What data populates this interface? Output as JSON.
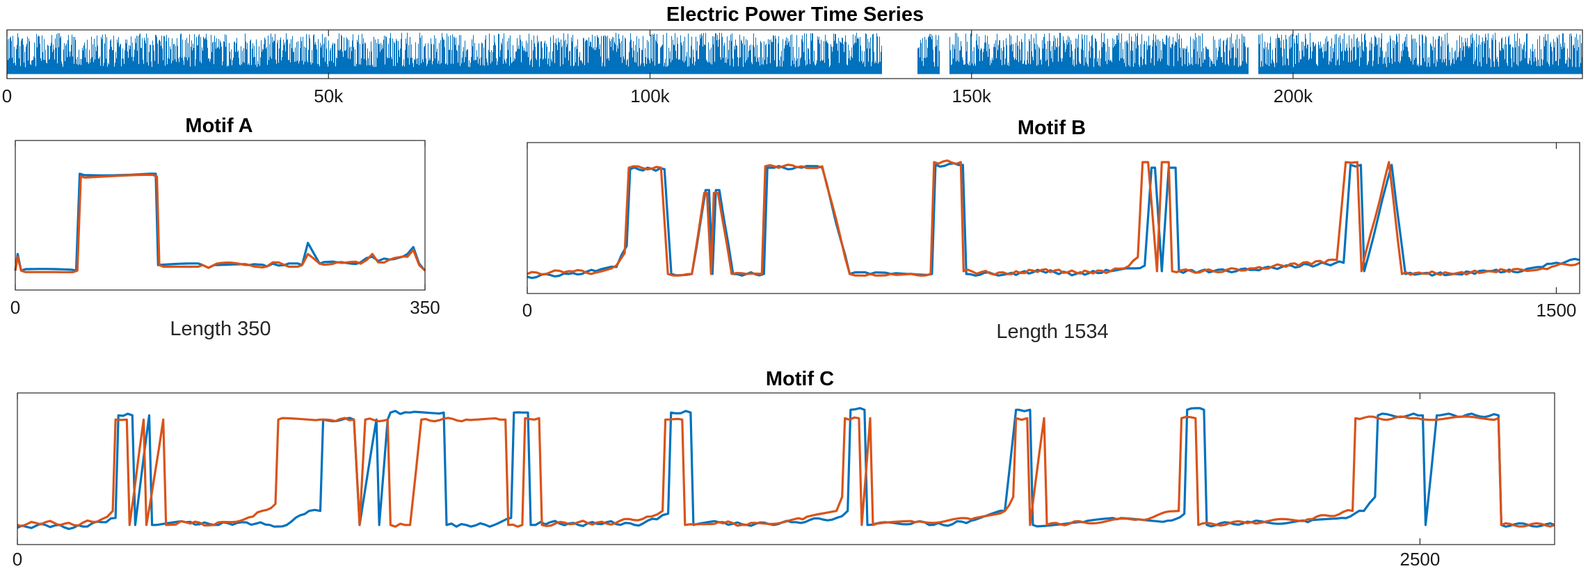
{
  "chart_data": [
    {
      "id": "ts",
      "type": "line",
      "title": "Electric Power Time Series",
      "xlim": [
        0,
        245000
      ],
      "ylim": [
        0,
        1
      ],
      "xticks": [
        0,
        50000,
        100000,
        150000,
        200000
      ],
      "xtick_labels": [
        "0",
        "50k",
        "100k",
        "150k",
        "200k"
      ],
      "xlabel": "",
      "gaps": [
        [
          136000,
          141500
        ],
        [
          145000,
          146500
        ],
        [
          193000,
          194500
        ]
      ],
      "series": [
        {
          "color": "#0072BD",
          "description": "dense spiky series, baseline ~0.05, spikes to ~1.0"
        }
      ]
    },
    {
      "id": "A",
      "type": "line",
      "title": "Motif A",
      "xlabel": "Length 350",
      "xlim": [
        0,
        350
      ],
      "ylim": [
        0,
        1
      ],
      "xticks": [
        0,
        350
      ],
      "xtick_labels": [
        "0",
        "350"
      ],
      "series": [
        {
          "color": "#0072BD",
          "x": [
            0,
            2,
            5,
            52,
            55,
            120,
            122,
            160,
            165,
            170,
            200,
            215,
            220,
            230,
            245,
            250,
            260,
            275,
            295,
            305,
            310,
            320,
            335,
            340,
            345,
            350
          ],
          "y": [
            0.1,
            0.22,
            0.1,
            0.1,
            0.8,
            0.8,
            0.14,
            0.14,
            0.12,
            0.14,
            0.14,
            0.13,
            0.15,
            0.14,
            0.14,
            0.3,
            0.15,
            0.16,
            0.16,
            0.2,
            0.17,
            0.18,
            0.22,
            0.27,
            0.15,
            0.1
          ]
        },
        {
          "color": "#D95319",
          "x": [
            0,
            2,
            5,
            53,
            56,
            121,
            123,
            160,
            165,
            172,
            200,
            215,
            220,
            230,
            245,
            250,
            260,
            275,
            295,
            305,
            310,
            320,
            335,
            340,
            345,
            350
          ],
          "y": [
            0.1,
            0.2,
            0.1,
            0.1,
            0.78,
            0.78,
            0.14,
            0.14,
            0.12,
            0.15,
            0.14,
            0.13,
            0.16,
            0.14,
            0.14,
            0.22,
            0.15,
            0.16,
            0.15,
            0.22,
            0.16,
            0.18,
            0.2,
            0.25,
            0.14,
            0.1
          ]
        }
      ]
    },
    {
      "id": "B",
      "type": "line",
      "title": "Motif B",
      "xlabel": "Length 1534",
      "xlim": [
        0,
        1534
      ],
      "ylim": [
        0,
        1
      ],
      "xticks": [
        0,
        1500
      ],
      "xtick_labels": [
        "0",
        "1500"
      ],
      "series": [
        {
          "color": "#0072BD",
          "x": [
            0,
            60,
            100,
            130,
            145,
            150,
            200,
            210,
            240,
            260,
            265,
            270,
            275,
            280,
            300,
            320,
            345,
            350,
            360,
            400,
            430,
            470,
            500,
            530,
            560,
            590,
            595,
            635,
            640,
            700,
            750,
            800,
            850,
            880,
            900,
            910,
            915,
            925,
            935,
            945,
            950,
            1000,
            1060,
            1100,
            1190,
            1200,
            1215,
            1220,
            1260,
            1280,
            1300,
            1350,
            1400,
            1450,
            1480,
            1500,
            1534
          ],
          "y": [
            0.08,
            0.1,
            0.12,
            0.15,
            0.3,
            0.85,
            0.85,
            0.1,
            0.1,
            0.7,
            0.7,
            0.1,
            0.7,
            0.7,
            0.1,
            0.1,
            0.1,
            0.86,
            0.86,
            0.86,
            0.86,
            0.1,
            0.1,
            0.1,
            0.1,
            0.1,
            0.88,
            0.88,
            0.1,
            0.1,
            0.12,
            0.1,
            0.12,
            0.14,
            0.16,
            0.86,
            0.86,
            0.12,
            0.86,
            0.86,
            0.12,
            0.12,
            0.13,
            0.15,
            0.18,
            0.88,
            0.88,
            0.12,
            0.88,
            0.1,
            0.1,
            0.1,
            0.12,
            0.12,
            0.15,
            0.18,
            0.2
          ]
        },
        {
          "color": "#D95319",
          "x": [
            0,
            60,
            100,
            130,
            142,
            148,
            195,
            205,
            240,
            258,
            262,
            268,
            272,
            278,
            298,
            320,
            342,
            347,
            360,
            400,
            430,
            470,
            500,
            530,
            560,
            588,
            593,
            632,
            636,
            700,
            750,
            800,
            850,
            870,
            890,
            897,
            905,
            918,
            925,
            935,
            940,
            1000,
            1060,
            1100,
            1180,
            1193,
            1210,
            1216,
            1256,
            1275,
            1300,
            1350,
            1400,
            1450,
            1480,
            1500,
            1534
          ],
          "y": [
            0.1,
            0.12,
            0.11,
            0.16,
            0.25,
            0.86,
            0.86,
            0.1,
            0.1,
            0.68,
            0.68,
            0.1,
            0.68,
            0.68,
            0.1,
            0.1,
            0.1,
            0.87,
            0.87,
            0.87,
            0.87,
            0.1,
            0.1,
            0.1,
            0.1,
            0.1,
            0.9,
            0.9,
            0.12,
            0.1,
            0.13,
            0.11,
            0.12,
            0.14,
            0.22,
            0.9,
            0.9,
            0.12,
            0.9,
            0.9,
            0.12,
            0.12,
            0.14,
            0.16,
            0.2,
            0.9,
            0.9,
            0.12,
            0.9,
            0.1,
            0.11,
            0.1,
            0.12,
            0.13,
            0.14,
            0.16,
            0.18
          ]
        }
      ]
    },
    {
      "id": "C",
      "type": "line",
      "title": "Motif C",
      "xlabel": "",
      "xlim": [
        0,
        2740
      ],
      "ylim": [
        0,
        1
      ],
      "xticks": [
        0,
        2500
      ],
      "xtick_labels": [
        "0",
        "2500"
      ],
      "series": [
        {
          "color": "#0072BD",
          "x": [
            0,
            50,
            100,
            150,
            175,
            180,
            205,
            210,
            235,
            240,
            300,
            350,
            400,
            450,
            480,
            520,
            540,
            545,
            600,
            610,
            640,
            645,
            660,
            665,
            700,
            760,
            765,
            800,
            850,
            880,
            885,
            900,
            910,
            915,
            950,
            1000,
            1050,
            1100,
            1140,
            1160,
            1165,
            1200,
            1205,
            1250,
            1300,
            1380,
            1460,
            1480,
            1485,
            1510,
            1515,
            1600,
            1650,
            1700,
            1760,
            1780,
            1785,
            1805,
            1810,
            1900,
            1960,
            2050,
            2080,
            2085,
            2115,
            2120,
            2200,
            2300,
            2360,
            2400,
            2420,
            2425,
            2480,
            2505,
            2510,
            2530,
            2535,
            2600,
            2640,
            2645,
            2740
          ],
          "y": [
            0.08,
            0.1,
            0.08,
            0.12,
            0.15,
            0.88,
            0.88,
            0.1,
            0.88,
            0.1,
            0.12,
            0.1,
            0.12,
            0.1,
            0.1,
            0.2,
            0.2,
            0.85,
            0.85,
            0.1,
            0.85,
            0.1,
            0.85,
            0.9,
            0.9,
            0.9,
            0.1,
            0.1,
            0.1,
            0.15,
            0.9,
            0.9,
            0.9,
            0.1,
            0.12,
            0.1,
            0.12,
            0.1,
            0.14,
            0.18,
            0.9,
            0.9,
            0.1,
            0.12,
            0.1,
            0.12,
            0.15,
            0.2,
            0.92,
            0.92,
            0.1,
            0.12,
            0.1,
            0.13,
            0.2,
            0.92,
            0.92,
            0.92,
            0.1,
            0.12,
            0.14,
            0.13,
            0.18,
            0.92,
            0.92,
            0.1,
            0.12,
            0.12,
            0.15,
            0.2,
            0.3,
            0.88,
            0.88,
            0.88,
            0.1,
            0.88,
            0.88,
            0.88,
            0.88,
            0.1,
            0.1
          ]
        },
        {
          "color": "#D95319",
          "x": [
            0,
            50,
            100,
            150,
            170,
            175,
            195,
            200,
            225,
            230,
            260,
            265,
            300,
            350,
            420,
            460,
            465,
            540,
            550,
            600,
            610,
            620,
            660,
            665,
            700,
            720,
            800,
            860,
            870,
            875,
            900,
            905,
            930,
            935,
            1000,
            1050,
            1130,
            1150,
            1155,
            1185,
            1190,
            1250,
            1300,
            1400,
            1460,
            1470,
            1475,
            1500,
            1505,
            1520,
            1525,
            1600,
            1700,
            1760,
            1775,
            1780,
            1800,
            1805,
            1830,
            1835,
            1900,
            2000,
            2070,
            2075,
            2100,
            2105,
            2200,
            2300,
            2380,
            2385,
            2480,
            2490,
            2495,
            2640,
            2645,
            2740
          ],
          "y": [
            0.1,
            0.12,
            0.1,
            0.14,
            0.2,
            0.85,
            0.85,
            0.1,
            0.85,
            0.1,
            0.85,
            0.1,
            0.12,
            0.1,
            0.16,
            0.25,
            0.85,
            0.85,
            0.85,
            0.85,
            0.1,
            0.85,
            0.85,
            0.1,
            0.1,
            0.85,
            0.85,
            0.85,
            0.85,
            0.1,
            0.1,
            0.86,
            0.86,
            0.1,
            0.12,
            0.11,
            0.16,
            0.2,
            0.85,
            0.85,
            0.1,
            0.12,
            0.1,
            0.14,
            0.2,
            0.3,
            0.86,
            0.86,
            0.1,
            0.86,
            0.1,
            0.12,
            0.14,
            0.2,
            0.3,
            0.86,
            0.86,
            0.1,
            0.86,
            0.1,
            0.12,
            0.14,
            0.2,
            0.86,
            0.86,
            0.1,
            0.12,
            0.14,
            0.2,
            0.86,
            0.86,
            0.86,
            0.86,
            0.86,
            0.1,
            0.1
          ]
        }
      ]
    }
  ]
}
